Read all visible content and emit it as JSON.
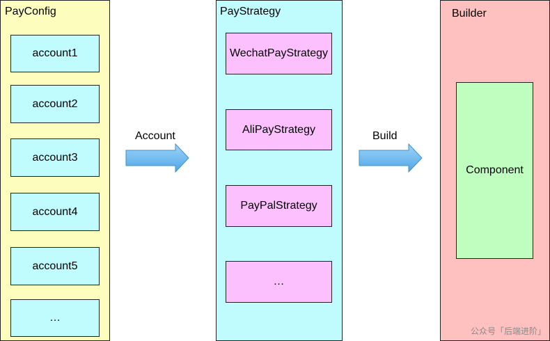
{
  "colors": {
    "config_panel_bg": "#fdfdbe",
    "strategy_panel_bg": "#c0fbfe",
    "builder_panel_bg": "#ffc0c0",
    "account_box_bg": "#c0fbfe",
    "strategy_box_bg": "#fdc0fe",
    "component_box_bg": "#c0fec0",
    "arrow_fill": "#6db8ee"
  },
  "config": {
    "title": "PayConfig",
    "items": [
      "account1",
      "account2",
      "account3",
      "account4",
      "account5",
      "…"
    ]
  },
  "strategy": {
    "title": "PayStrategy",
    "items": [
      "WechatPayStrategy",
      "AliPayStrategy",
      "PayPalStrategy",
      "…"
    ]
  },
  "builder": {
    "title": "Builder",
    "component": "Component"
  },
  "arrows": {
    "account_label": "Account",
    "build_label": "Build"
  },
  "watermark": "公众号「后端进阶」"
}
